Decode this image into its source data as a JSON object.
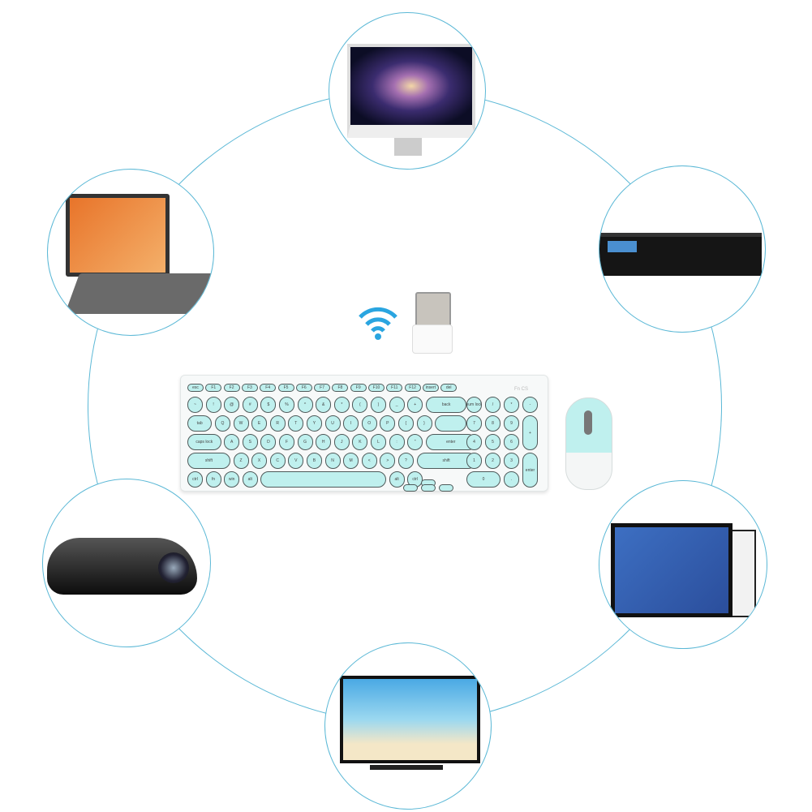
{
  "keyboard": {
    "brand": "Fn CS",
    "rows": [
      [
        "esc",
        "F1",
        "F2",
        "F3",
        "F4",
        "F5",
        "F6",
        "F7",
        "F8",
        "F9",
        "F10",
        "F11",
        "F12",
        "insert",
        "del"
      ],
      [
        "~",
        "!",
        "@",
        "#",
        "$",
        "%",
        "^",
        "&",
        "*",
        "(",
        ")",
        "_",
        "+",
        "back"
      ],
      [
        "tab",
        "Q",
        "W",
        "E",
        "R",
        "T",
        "Y",
        "U",
        "I",
        "O",
        "P",
        "{",
        "}",
        ""
      ],
      [
        "caps lock",
        "A",
        "S",
        "D",
        "F",
        "G",
        "H",
        "J",
        "K",
        "L",
        ":",
        "\"",
        "enter"
      ],
      [
        "shift",
        "Z",
        "X",
        "C",
        "V",
        "B",
        "N",
        "M",
        "<",
        ">",
        "?",
        "shift"
      ],
      [
        "ctrl",
        "fn",
        "win",
        "alt",
        "",
        "alt",
        "ctrl"
      ]
    ],
    "numpad": [
      "num lock",
      "/",
      "*",
      "-",
      "7",
      "8",
      "9",
      "+",
      "4",
      "5",
      "6",
      "1",
      "2",
      "3",
      "enter",
      "0",
      "."
    ],
    "key_color": "#bff0ee"
  },
  "devices": [
    "imac",
    "laptop",
    "set-top-box",
    "projector",
    "tablet",
    "tv"
  ],
  "accent_color": "#5bb8d6"
}
